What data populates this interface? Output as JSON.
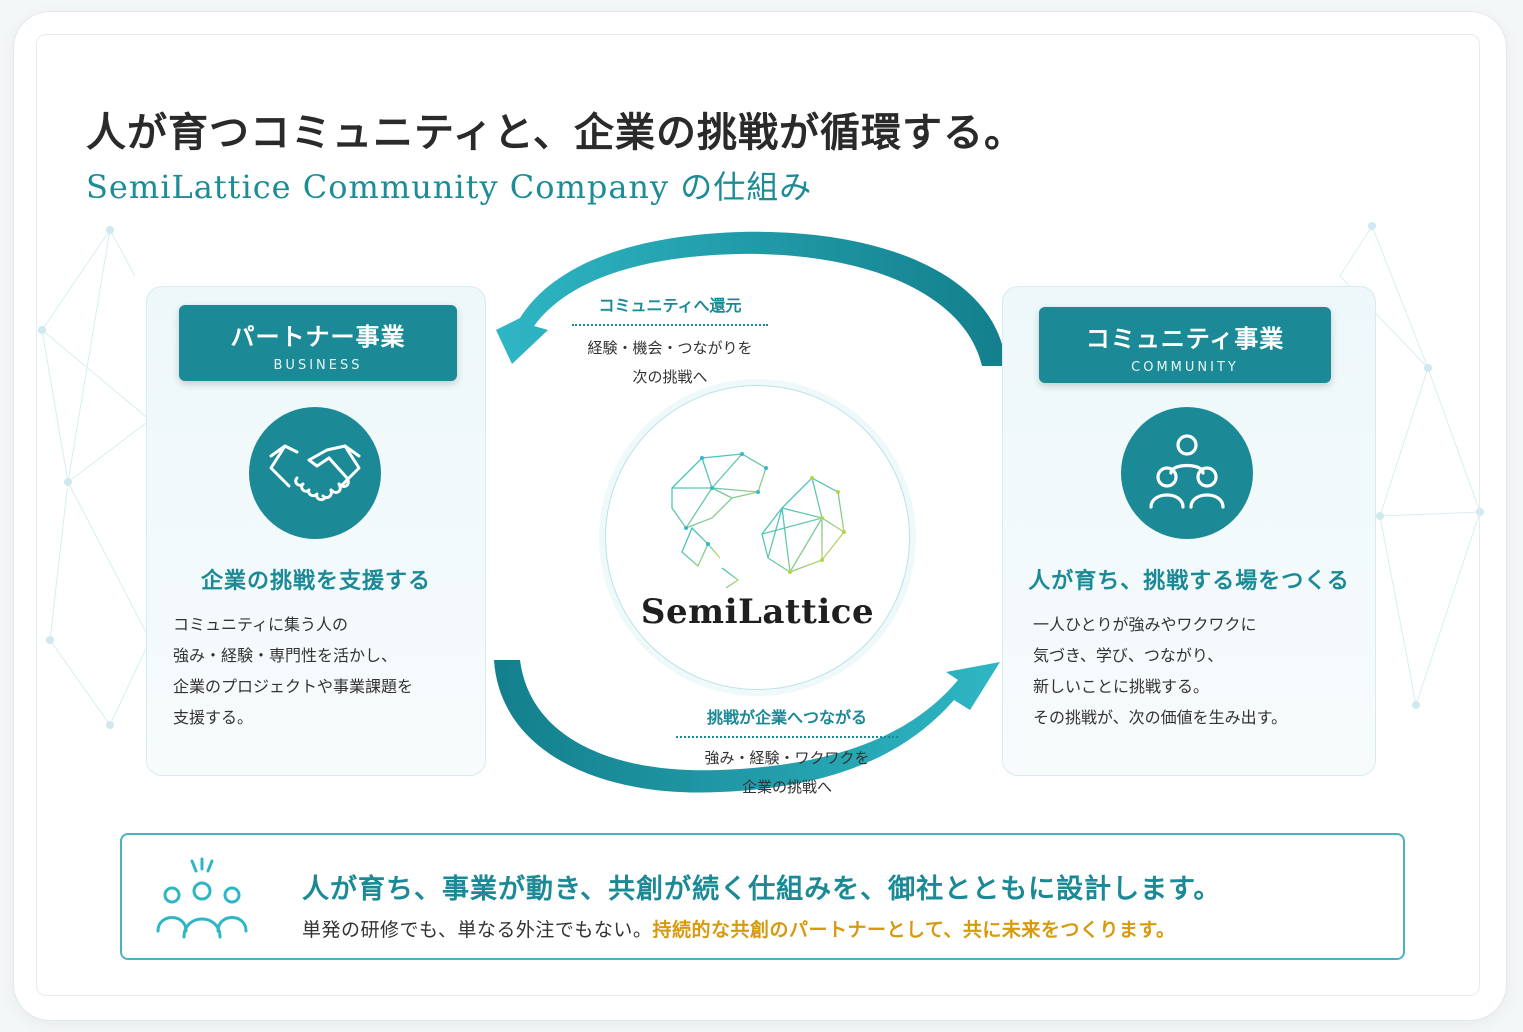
{
  "headline": "人が育つコミュニティと、企業の挑戦が循環する。",
  "subhead": "SemiLattice Community Company の仕組み",
  "partner": {
    "title": "パートナー事業",
    "subtitle": "BUSINESS",
    "icon": "handshake-icon",
    "heading": "企業の挑戦を支援する",
    "body": [
      "コミュニティに集う人の",
      "強み・経験・専門性を活かし、",
      "企業のプロジェクトや事業課題を",
      "支援する。"
    ]
  },
  "community": {
    "title": "コミュニティ事業",
    "subtitle": "COMMUNITY",
    "icon": "people-group-icon",
    "heading": "人が育ち、挑戦する場をつくる",
    "body": [
      "一人ひとりが強みやワクワクに",
      "気づき、学び、つながり、",
      "新しいことに挑戦する。",
      "その挑戦が、次の価値を生み出す。"
    ]
  },
  "flow_top": {
    "label": "コミュニティへ還元",
    "lines": [
      "経験・機会・つながりを",
      "次の挑戦へ"
    ]
  },
  "flow_bottom": {
    "label": "挑戦が企業へつながる",
    "lines": [
      "強み・経験・ワクワクを",
      "企業の挑戦へ"
    ]
  },
  "center": {
    "brand": "SemiLattice",
    "icon": "network-globe-icon"
  },
  "banner": {
    "icon": "team-cheer-icon",
    "main": "人が育ち、事業が動き、共創が続く仕組みを、御社とともに設計します。",
    "sub_plain": "単発の研修でも、単なる外注でもない。",
    "sub_highlight": "持続的な共創のパートナーとして、共に未来をつくります。"
  },
  "colors": {
    "primary": "#1b8a96",
    "accent": "#d69a0c",
    "panel_bg": "#eef8fa"
  }
}
